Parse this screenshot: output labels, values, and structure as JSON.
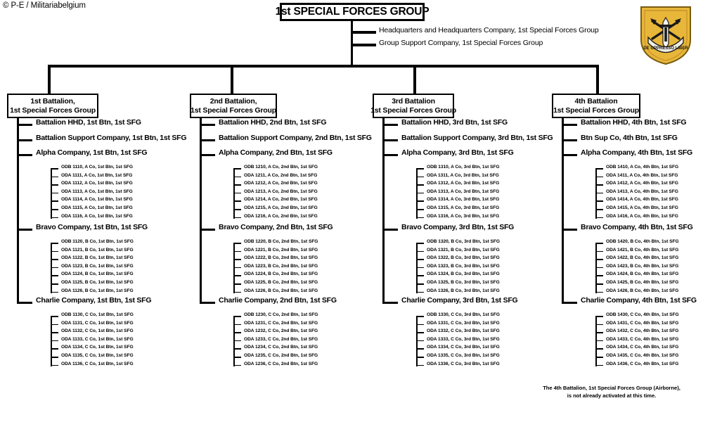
{
  "meta": {
    "copyright": "© P-E / Militariabelgium",
    "crest_name": "1st-special-forces-group-crest",
    "crest_motto": "DE OPPRESSO LIBER",
    "colors": {
      "line": "#000000",
      "background": "#ffffff",
      "crest_gold": "#E8B73A",
      "crest_gold_dark": "#C8962A",
      "crest_black": "#1a1a1a"
    }
  },
  "group": {
    "title": "1st SPECIAL FORCES GROUP",
    "staff": [
      "Headquarters and Headquarters Company,  1st Special Forces Group",
      "Group Support Company,  1st Special Forces Group"
    ]
  },
  "battalions": [
    {
      "box_line1": "1st Battalion,",
      "box_line2": "1st Special Forces Group",
      "direct": [
        "Battalion HHD,  1st Btn, 1st SFG",
        "Battalion  Support Company, 1st Btn,  1st SFG"
      ],
      "companies": [
        {
          "name": "Alpha Company, 1st Btn,  1st SFG",
          "teams": [
            "ODB 1110, A Co, 1st Btn,  1st SFG",
            "ODA 1111, A Co, 1st Btn,  1st SFG",
            "ODA 1112, A Co, 1st Btn,  1st SFG",
            "ODA 1113, A Co, 1st Btn,  1st SFG",
            "ODA 1114, A Co, 1st Btn,  1st SFG",
            "ODA 1115, A Co, 1st Btn,  1st SFG",
            "ODA 1116, A Co, 1st Btn,  1st SFG"
          ]
        },
        {
          "name": "Bravo Company, 1st Btn, 1st SFG",
          "teams": [
            "ODB 1120, B Co, 1st Btn,  1st SFG",
            "ODA 1121, B Co, 1st Btn,  1st SFG",
            "ODA 1122, B Co, 1st Btn,  1st SFG",
            "ODA 1123, B Co, 1st Btn,  1st SFG",
            "ODA 1124, B Co, 1st Btn,  1st SFG",
            "ODA 1125, B Co, 1st Btn,  1st SFG",
            "ODA 1126, B Co, 1st Btn,  1st SFG"
          ]
        },
        {
          "name": "Charlie Company, 1st Btn,  1st SFG",
          "teams": [
            "ODB 1130, C Co, 1st Btn,  1st SFG",
            "ODA 1131, C Co, 1st Btn,  1st SFG",
            "ODA 1132, C Co, 1st Btn,  1st SFG",
            "ODA 1133, C Co, 1st Btn,  1st SFG",
            "ODA 1134, C Co, 1st Btn,  1st SFG",
            "ODA 1135, C Co, 1st Btn,  1st SFG",
            "ODA 1136, C Co, 1st Btn,  1st SFG"
          ]
        }
      ]
    },
    {
      "box_line1": "2nd Battalion,",
      "box_line2": "1st Special Forces Group",
      "direct": [
        "Battalion HHD,  2nd Btn, 1st SFG",
        "Battalion  Support Company, 2nd Btn,  1st SFG"
      ],
      "companies": [
        {
          "name": "Alpha Company, 2nd Btn,  1st SFG",
          "teams": [
            "ODB 1210, A Co, 2nd Btn,  1st  SFG",
            "ODA 1211, A Co, 2nd Btn,  1st  SFG",
            "ODA 1212, A Co, 2nd Btn,  1st SFG",
            "ODA 1213, A Co, 2nd Btn,  1st SFG",
            "ODA 1214, A Co, 2nd Btn,  1st SFG",
            "ODA 1215, A Co, 2nd Btn,  1st SFG",
            "ODA 1216, A Co, 2nd Btn,  1st SFG"
          ]
        },
        {
          "name": "Bravo Company, 2nd Btn,  1st SFG",
          "teams": [
            "ODB 1220, B Co, 2nd Btn,  1st  SFG",
            "ODA 1221, B Co, 2nd Btn,  1st SFG",
            "ODA 1222, B Co, 2nd Btn,  1st SFG",
            "ODA 1223, B Co, 2nd Btn,  1st SFG",
            "ODA 1224, B Co, 2nd Btn,  1st SFG",
            "ODA 1225, B Co, 2nd Btn,  1st SFG",
            "ODA 1226, B Co, 2nd Btn,  1st SFG"
          ]
        },
        {
          "name": "Charlie Company, 2nd Btn, 1st SFG",
          "teams": [
            "ODB 1230, C Co, 2nd Btn,  1st SFG",
            "ODA 1231, C Co, 2nd Btn,  1st SFG",
            "ODA 1232, C Co, 2nd Btn,  1st SFG",
            "ODA 1233, C Co, 2nd Btn,  1st SFG",
            "ODA 1234, C Co, 2nd Btn,  1st SFG",
            "ODA 1235, C Co, 2nd Btn,  1st SFG",
            "ODA 1236, C Co, 2nd Btn,  1st SFG"
          ]
        }
      ]
    },
    {
      "box_line1": "3rd Battalion",
      "box_line2": "1st Special Forces Group",
      "direct": [
        "Battalion HHD,  3rd Btn, 1st SFG",
        "Battalion  Support Company, 3rd Btn,  1st SFG"
      ],
      "companies": [
        {
          "name": "Alpha Company, 3rd Btn,  1st SFG",
          "teams": [
            "ODB 1310, A Co, 3rd Btn,  1st SFG",
            "ODA 1311, A Co, 3rd Btn,  1st SFG",
            "ODA 1312, A Co, 3rd Btn,  1st SFG",
            "ODA 1313, A Co, 3rd Btn,  1st SFG",
            "ODA 1314, A Co, 3rd Btn,  1st SFG",
            "ODA 1315, A Co, 3rd Btn,  1st SFG",
            "ODA 1316, A Co, 3rd Btn,  1st SFG"
          ]
        },
        {
          "name": "Bravo Company, 3rd Btn, 1st SFG",
          "teams": [
            "ODB 1320, B Co, 3rd Btn,  1st SFG",
            "ODA 1321, B Co, 3rd Btn,  1st SFG",
            "ODA 1322, B Co, 3rd Btn,  1st SFG",
            "ODA 1323, B Co, 3rd Btn,  1st SFG",
            "ODA 1324, B Co, 3rd Btn,  1st SFG",
            "ODA 1325, B Co, 3rd Btn,  1st SFG",
            "ODA 1326, B Co, 3rd Btn,  1st SFG"
          ]
        },
        {
          "name": "Charlie Company, 3rd Btn,  1st SFG",
          "teams": [
            "ODB 1330, C Co, 3rd Btn,  1st SFG",
            "ODA 1331, C Co, 3rd Btn,  1st SFG",
            "ODA 1332, C Co, 3rd Btn,  1st SFG",
            "ODA 1333, C Co, 3rd Btn,  1st SFG",
            "ODA 1334, C Co, 3rd Btn,  1st SFG",
            "ODA 1335, C Co, 3rd Btn,  1st SFG",
            "ODA 1336, C Co, 3rd Btn,  1st SFG"
          ]
        }
      ]
    },
    {
      "box_line1": "4th Battalion",
      "box_line2": "1st Special Forces Group",
      "direct": [
        "Battalion HHD, 4th Btn, 1st SFG",
        "Btn  Sup Co, 4th Btn,  1st SFG"
      ],
      "companies": [
        {
          "name": "Alpha Company, 4th Btn,  1st SFG",
          "teams": [
            "ODB 1410, A Co, 4th Btn,  1st SFG",
            "ODA 1411, A Co, 4th Btn,  1st SFG",
            "ODA 1412, A Co, 4th Btn,  1st SFG",
            "ODA 1413, A Co, 4th Btn,  1st SFG",
            "ODA 1414, A Co, 4th Btn,  1st SFG",
            "ODA 1415, A Co, 4th Btn,  1st SFG",
            "ODA 1416, A Co, 4th Btn,  1st SFG"
          ]
        },
        {
          "name": "Bravo Company, 4th Btn,  1st SFG",
          "teams": [
            "ODB 1420, B Co, 4th Btn,  1st SFG",
            "ODA 1421, B Co, 4th Btn,  1st SFG",
            "ODA 1422, B Co, 4th Btn,  1st SFG",
            "ODA 1423, B Co, 4th Btn,  1st SFG",
            "ODA 1424, B Co, 4th Btn,  1st SFG",
            "ODA 1425, B Co, 4th Btn,  1st SFG",
            "ODA 1426, B Co, 4th Btn,  1st SFG"
          ]
        },
        {
          "name": "Charlie Company, 4th Btn,  1st SFG",
          "teams": [
            "ODB 1430, C Co, 4th Btn,  1st SFG",
            "ODA 1431, C Co, 4th Btn,  1st SFG",
            "ODA 1432, C Co, 4th Btn,  1st SFG",
            "ODA 1433, C Co, 4th Btn,  1st SFG",
            "ODA 1434, C Co, 4th Btn,  1st SFG",
            "ODA 1435, C Co, 4th Btn,  1st SFG",
            "ODA 1436, C Co, 4th Btn,  1st SFG"
          ]
        }
      ]
    }
  ],
  "footnote": {
    "line1": "The 4th Battalion, 1st Special Forces Group (Airborne),",
    "line2": "is not already activated at this time."
  }
}
